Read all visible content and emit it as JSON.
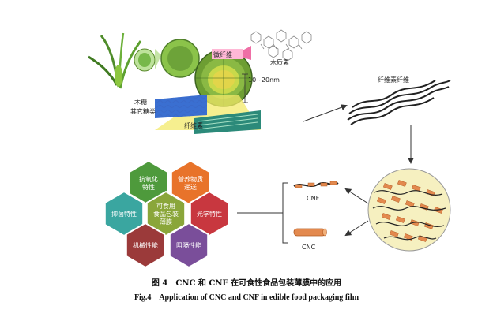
{
  "labels": {
    "microfibril": "微纤维",
    "wood": "木质素",
    "size": "10~20nm",
    "xylose": "木糖",
    "other_sugars": "其它糖类",
    "cellulose": "纤维素",
    "cellulose_fiber": "纤维素纤维",
    "cnf": "CNF",
    "cnc": "CNC"
  },
  "hexagons": [
    {
      "id": "antioxidant",
      "lines": [
        "抗氧化",
        "特性"
      ],
      "color": "#4e9a3c"
    },
    {
      "id": "nutrient",
      "lines": [
        "营养物质",
        "递送"
      ],
      "color": "#e8732a"
    },
    {
      "id": "antibacterial",
      "lines": [
        "抑菌特性"
      ],
      "color": "#3aa6a0"
    },
    {
      "id": "center",
      "lines": [
        "可食用",
        "食品包装",
        "薄膜"
      ],
      "color": "#8aa63a"
    },
    {
      "id": "optical",
      "lines": [
        "光学特性"
      ],
      "color": "#c8373f"
    },
    {
      "id": "mechanical",
      "lines": [
        "机械性能"
      ],
      "color": "#9b3a3a"
    },
    {
      "id": "barrier",
      "lines": [
        "阻隔性能"
      ],
      "color": "#7a4e9a"
    }
  ],
  "caption": {
    "cn": "图 4　CNC 和 CNF 在可食性食品包装薄膜中的应用",
    "en": "Fig.4　Application of CNC and CNF in edible food packaging film"
  }
}
